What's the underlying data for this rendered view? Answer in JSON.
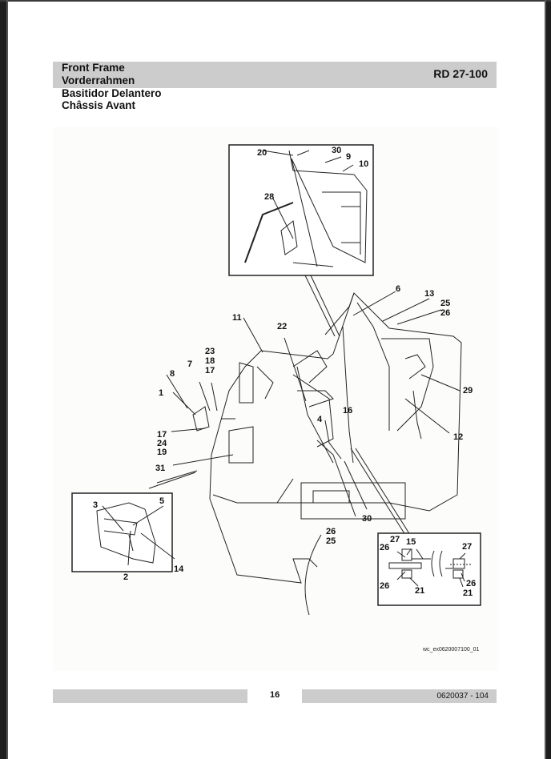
{
  "document": {
    "titles": [
      "Front Frame",
      "Vorderrahmen",
      "Basitidor Delantero",
      "Châssis Avant"
    ],
    "model": "RD 27-100",
    "page_number": "16",
    "doc_number": "0620037 - 104"
  },
  "figure": {
    "figure_id": "wc_ex0620007100_01",
    "callouts": {
      "c20": "20",
      "c30a": "30",
      "c9": "9",
      "c10": "10",
      "c28": "28",
      "c6": "6",
      "c13": "13",
      "c25a": "25",
      "c26a": "26",
      "c11": "11",
      "c22": "22",
      "c23": "23",
      "c18": "18",
      "c17a": "17",
      "c7": "7",
      "c8": "8",
      "c1": "1",
      "c17b": "17",
      "c24": "24",
      "c19": "19",
      "c31": "31",
      "c29": "29",
      "c4": "4",
      "c16": "16",
      "c12": "12",
      "c3": "3",
      "c5": "5",
      "c2": "2",
      "c14": "14",
      "c30b": "30",
      "c26b": "26",
      "c25b": "25",
      "c27a": "27",
      "c15": "15",
      "c26c": "26",
      "c26d": "26",
      "c21a": "21",
      "c27b": "27",
      "c26e": "26",
      "c21b": "21"
    }
  },
  "colors": {
    "band": "#cccccc",
    "viewer_background": "#1e1e1e",
    "figure_background": "#fcfdfb"
  }
}
